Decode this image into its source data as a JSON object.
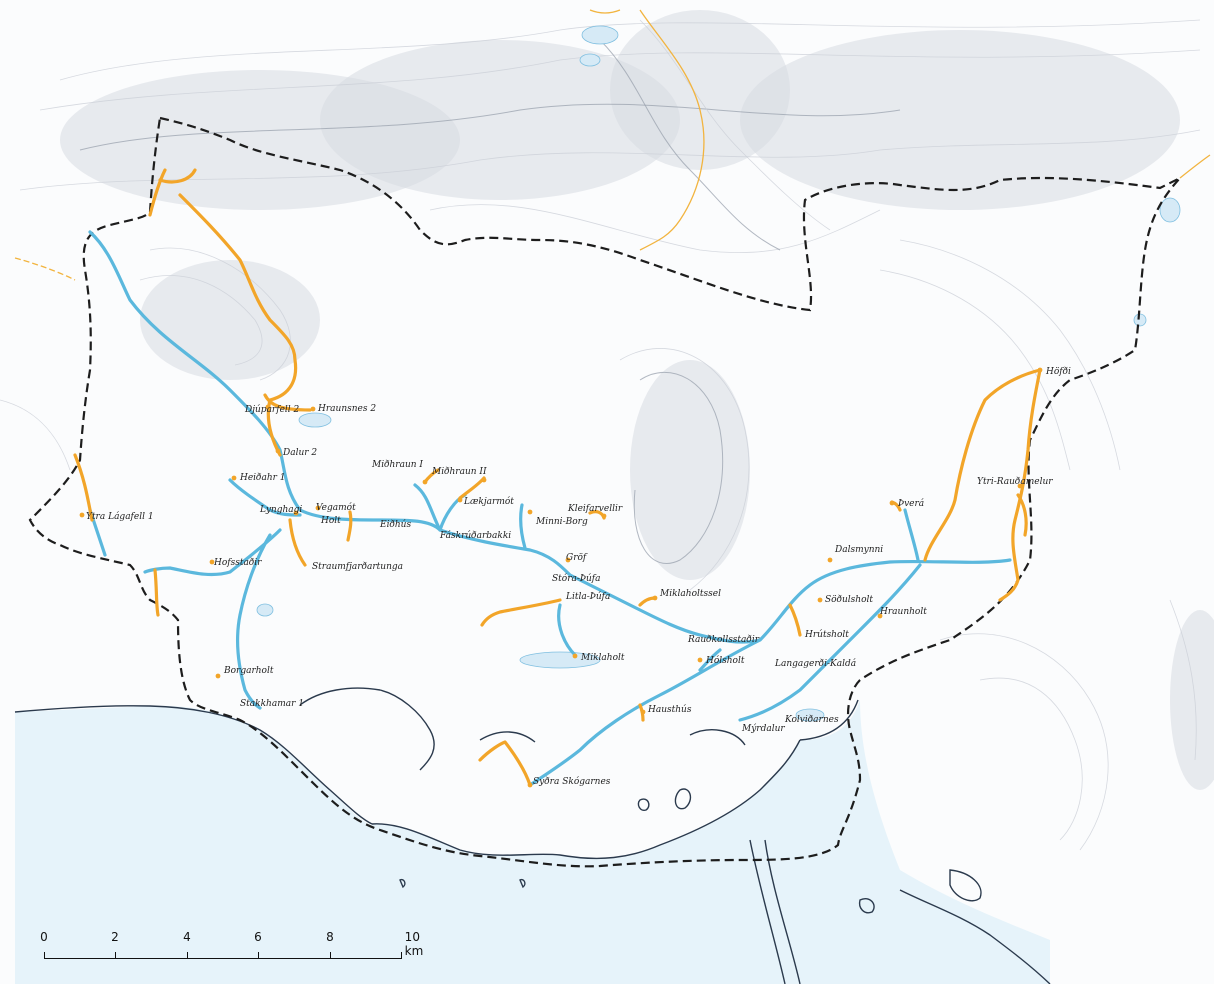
{
  "map": {
    "colors": {
      "pipeline_blue": "#5bb8dd",
      "pipeline_orange": "#f2a529",
      "boundary": "#1d1d1d",
      "coastline": "#2b3a4d",
      "contours": "#c9ced5"
    },
    "farms": [
      {
        "name": "Djúparfell 2"
      },
      {
        "name": "Hraunsnes 2"
      },
      {
        "name": "Dalur 2"
      },
      {
        "name": "Heiðahr 1"
      },
      {
        "name": "Lynghagi"
      },
      {
        "name": "Vegamót"
      },
      {
        "name": "Holt"
      },
      {
        "name": "Ytra Lágafell 1"
      },
      {
        "name": "Hofsstaðir"
      },
      {
        "name": "Straumfjarðartunga"
      },
      {
        "name": "Miðhraun I"
      },
      {
        "name": "Miðhraun II"
      },
      {
        "name": "Lækjarmót"
      },
      {
        "name": "Fáskrúðarbakki"
      },
      {
        "name": "Eiðhús"
      },
      {
        "name": "Minni-Borg"
      },
      {
        "name": "Kleifarvellir"
      },
      {
        "name": "Gröf"
      },
      {
        "name": "Stóra-Þúfa"
      },
      {
        "name": "Litla-Þúfa"
      },
      {
        "name": "Miklaholtssel"
      },
      {
        "name": "Miklaholt"
      },
      {
        "name": "Borgarholt"
      },
      {
        "name": "Stakkhamar 1"
      },
      {
        "name": "Rauðkollsstaðir"
      },
      {
        "name": "Hólsholt"
      },
      {
        "name": "Hausthús"
      },
      {
        "name": "Syðra Skógarnes"
      },
      {
        "name": "Dalsmynni"
      },
      {
        "name": "Söðulsholt"
      },
      {
        "name": "Hrútsholt"
      },
      {
        "name": "Hraunholt"
      },
      {
        "name": "Langagerði-Kaldá"
      },
      {
        "name": "Mýrdalur"
      },
      {
        "name": "Kolviðarnes"
      },
      {
        "name": "Ytri-Rauðamelur"
      },
      {
        "name": "Höfði"
      },
      {
        "name": "Þverá"
      }
    ],
    "scale": {
      "ticks": [
        "0",
        "2",
        "4",
        "6",
        "8"
      ],
      "last_tick": "10 km"
    }
  }
}
